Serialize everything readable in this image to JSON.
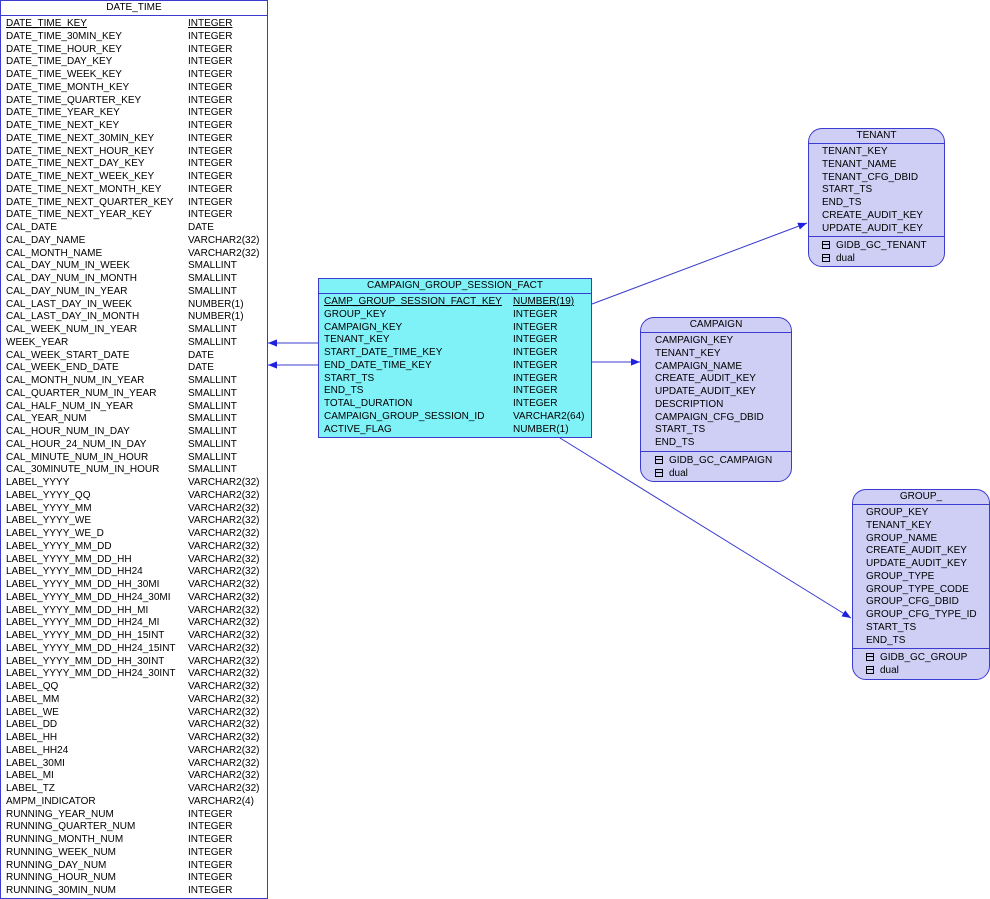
{
  "colors": {
    "line": "#3b3bd0",
    "fact_fill": "#7ff2f8",
    "dim_fill": "#cfcff5"
  },
  "entities": {
    "date_time": {
      "title": "DATE_TIME",
      "columns": [
        {
          "name": "DATE_TIME_KEY",
          "type": "INTEGER",
          "pk": true
        },
        {
          "name": "DATE_TIME_30MIN_KEY",
          "type": "INTEGER"
        },
        {
          "name": "DATE_TIME_HOUR_KEY",
          "type": "INTEGER"
        },
        {
          "name": "DATE_TIME_DAY_KEY",
          "type": "INTEGER"
        },
        {
          "name": "DATE_TIME_WEEK_KEY",
          "type": "INTEGER"
        },
        {
          "name": "DATE_TIME_MONTH_KEY",
          "type": "INTEGER"
        },
        {
          "name": "DATE_TIME_QUARTER_KEY",
          "type": "INTEGER"
        },
        {
          "name": "DATE_TIME_YEAR_KEY",
          "type": "INTEGER"
        },
        {
          "name": "DATE_TIME_NEXT_KEY",
          "type": "INTEGER"
        },
        {
          "name": "DATE_TIME_NEXT_30MIN_KEY",
          "type": "INTEGER"
        },
        {
          "name": "DATE_TIME_NEXT_HOUR_KEY",
          "type": "INTEGER"
        },
        {
          "name": "DATE_TIME_NEXT_DAY_KEY",
          "type": "INTEGER"
        },
        {
          "name": "DATE_TIME_NEXT_WEEK_KEY",
          "type": "INTEGER"
        },
        {
          "name": "DATE_TIME_NEXT_MONTH_KEY",
          "type": "INTEGER"
        },
        {
          "name": "DATE_TIME_NEXT_QUARTER_KEY",
          "type": "INTEGER"
        },
        {
          "name": "DATE_TIME_NEXT_YEAR_KEY",
          "type": "INTEGER"
        },
        {
          "name": "CAL_DATE",
          "type": "DATE"
        },
        {
          "name": "CAL_DAY_NAME",
          "type": "VARCHAR2(32)"
        },
        {
          "name": "CAL_MONTH_NAME",
          "type": "VARCHAR2(32)"
        },
        {
          "name": "CAL_DAY_NUM_IN_WEEK",
          "type": "SMALLINT"
        },
        {
          "name": "CAL_DAY_NUM_IN_MONTH",
          "type": "SMALLINT"
        },
        {
          "name": "CAL_DAY_NUM_IN_YEAR",
          "type": "SMALLINT"
        },
        {
          "name": "CAL_LAST_DAY_IN_WEEK",
          "type": "NUMBER(1)"
        },
        {
          "name": "CAL_LAST_DAY_IN_MONTH",
          "type": "NUMBER(1)"
        },
        {
          "name": "CAL_WEEK_NUM_IN_YEAR",
          "type": "SMALLINT"
        },
        {
          "name": "WEEK_YEAR",
          "type": "SMALLINT"
        },
        {
          "name": "CAL_WEEK_START_DATE",
          "type": "DATE"
        },
        {
          "name": "CAL_WEEK_END_DATE",
          "type": "DATE"
        },
        {
          "name": "CAL_MONTH_NUM_IN_YEAR",
          "type": "SMALLINT"
        },
        {
          "name": "CAL_QUARTER_NUM_IN_YEAR",
          "type": "SMALLINT"
        },
        {
          "name": "CAL_HALF_NUM_IN_YEAR",
          "type": "SMALLINT"
        },
        {
          "name": "CAL_YEAR_NUM",
          "type": "SMALLINT"
        },
        {
          "name": "CAL_HOUR_NUM_IN_DAY",
          "type": "SMALLINT"
        },
        {
          "name": "CAL_HOUR_24_NUM_IN_DAY",
          "type": "SMALLINT"
        },
        {
          "name": "CAL_MINUTE_NUM_IN_HOUR",
          "type": "SMALLINT"
        },
        {
          "name": "CAL_30MINUTE_NUM_IN_HOUR",
          "type": "SMALLINT"
        },
        {
          "name": "LABEL_YYYY",
          "type": "VARCHAR2(32)"
        },
        {
          "name": "LABEL_YYYY_QQ",
          "type": "VARCHAR2(32)"
        },
        {
          "name": "LABEL_YYYY_MM",
          "type": "VARCHAR2(32)"
        },
        {
          "name": "LABEL_YYYY_WE",
          "type": "VARCHAR2(32)"
        },
        {
          "name": "LABEL_YYYY_WE_D",
          "type": "VARCHAR2(32)"
        },
        {
          "name": "LABEL_YYYY_MM_DD",
          "type": "VARCHAR2(32)"
        },
        {
          "name": "LABEL_YYYY_MM_DD_HH",
          "type": "VARCHAR2(32)"
        },
        {
          "name": "LABEL_YYYY_MM_DD_HH24",
          "type": "VARCHAR2(32)"
        },
        {
          "name": "LABEL_YYYY_MM_DD_HH_30MI",
          "type": "VARCHAR2(32)"
        },
        {
          "name": "LABEL_YYYY_MM_DD_HH24_30MI",
          "type": "VARCHAR2(32)"
        },
        {
          "name": "LABEL_YYYY_MM_DD_HH_MI",
          "type": "VARCHAR2(32)"
        },
        {
          "name": "LABEL_YYYY_MM_DD_HH24_MI",
          "type": "VARCHAR2(32)"
        },
        {
          "name": "LABEL_YYYY_MM_DD_HH_15INT",
          "type": "VARCHAR2(32)"
        },
        {
          "name": "LABEL_YYYY_MM_DD_HH24_15INT",
          "type": "VARCHAR2(32)"
        },
        {
          "name": "LABEL_YYYY_MM_DD_HH_30INT",
          "type": "VARCHAR2(32)"
        },
        {
          "name": "LABEL_YYYY_MM_DD_HH24_30INT",
          "type": "VARCHAR2(32)"
        },
        {
          "name": "LABEL_QQ",
          "type": "VARCHAR2(32)"
        },
        {
          "name": "LABEL_MM",
          "type": "VARCHAR2(32)"
        },
        {
          "name": "LABEL_WE",
          "type": "VARCHAR2(32)"
        },
        {
          "name": "LABEL_DD",
          "type": "VARCHAR2(32)"
        },
        {
          "name": "LABEL_HH",
          "type": "VARCHAR2(32)"
        },
        {
          "name": "LABEL_HH24",
          "type": "VARCHAR2(32)"
        },
        {
          "name": "LABEL_30MI",
          "type": "VARCHAR2(32)"
        },
        {
          "name": "LABEL_MI",
          "type": "VARCHAR2(32)"
        },
        {
          "name": "LABEL_TZ",
          "type": "VARCHAR2(32)"
        },
        {
          "name": "AMPM_INDICATOR",
          "type": "VARCHAR2(4)"
        },
        {
          "name": "RUNNING_YEAR_NUM",
          "type": "INTEGER"
        },
        {
          "name": "RUNNING_QUARTER_NUM",
          "type": "INTEGER"
        },
        {
          "name": "RUNNING_MONTH_NUM",
          "type": "INTEGER"
        },
        {
          "name": "RUNNING_WEEK_NUM",
          "type": "INTEGER"
        },
        {
          "name": "RUNNING_DAY_NUM",
          "type": "INTEGER"
        },
        {
          "name": "RUNNING_HOUR_NUM",
          "type": "INTEGER"
        },
        {
          "name": "RUNNING_30MIN_NUM",
          "type": "INTEGER"
        }
      ]
    },
    "fact": {
      "title": "CAMPAIGN_GROUP_SESSION_FACT",
      "columns": [
        {
          "name": "CAMP_GROUP_SESSION_FACT_KEY",
          "type": "NUMBER(19)",
          "pk": true
        },
        {
          "name": "GROUP_KEY",
          "type": "INTEGER"
        },
        {
          "name": "CAMPAIGN_KEY",
          "type": "INTEGER"
        },
        {
          "name": "TENANT_KEY",
          "type": "INTEGER"
        },
        {
          "name": "START_DATE_TIME_KEY",
          "type": "INTEGER"
        },
        {
          "name": "END_DATE_TIME_KEY",
          "type": "INTEGER"
        },
        {
          "name": "START_TS",
          "type": "INTEGER"
        },
        {
          "name": "END_TS",
          "type": "INTEGER"
        },
        {
          "name": "TOTAL_DURATION",
          "type": "INTEGER"
        },
        {
          "name": "CAMPAIGN_GROUP_SESSION_ID",
          "type": "VARCHAR2(64)"
        },
        {
          "name": "ACTIVE_FLAG",
          "type": "NUMBER(1)"
        }
      ]
    },
    "tenant": {
      "title": "TENANT",
      "columns": [
        "TENANT_KEY",
        "TENANT_NAME",
        "TENANT_CFG_DBID",
        "START_TS",
        "END_TS",
        "CREATE_AUDIT_KEY",
        "UPDATE_AUDIT_KEY"
      ],
      "refs": [
        "GIDB_GC_TENANT",
        "dual"
      ]
    },
    "campaign": {
      "title": "CAMPAIGN",
      "columns": [
        "CAMPAIGN_KEY",
        "TENANT_KEY",
        "CAMPAIGN_NAME",
        "CREATE_AUDIT_KEY",
        "UPDATE_AUDIT_KEY",
        "DESCRIPTION",
        "CAMPAIGN_CFG_DBID",
        "START_TS",
        "END_TS"
      ],
      "refs": [
        "GIDB_GC_CAMPAIGN",
        "dual"
      ]
    },
    "group": {
      "title": "GROUP_",
      "columns": [
        "GROUP_KEY",
        "TENANT_KEY",
        "GROUP_NAME",
        "CREATE_AUDIT_KEY",
        "UPDATE_AUDIT_KEY",
        "GROUP_TYPE",
        "GROUP_TYPE_CODE",
        "GROUP_CFG_DBID",
        "GROUP_CFG_TYPE_ID",
        "START_TS",
        "END_TS"
      ],
      "refs": [
        "GIDB_GC_GROUP",
        "dual"
      ]
    }
  }
}
